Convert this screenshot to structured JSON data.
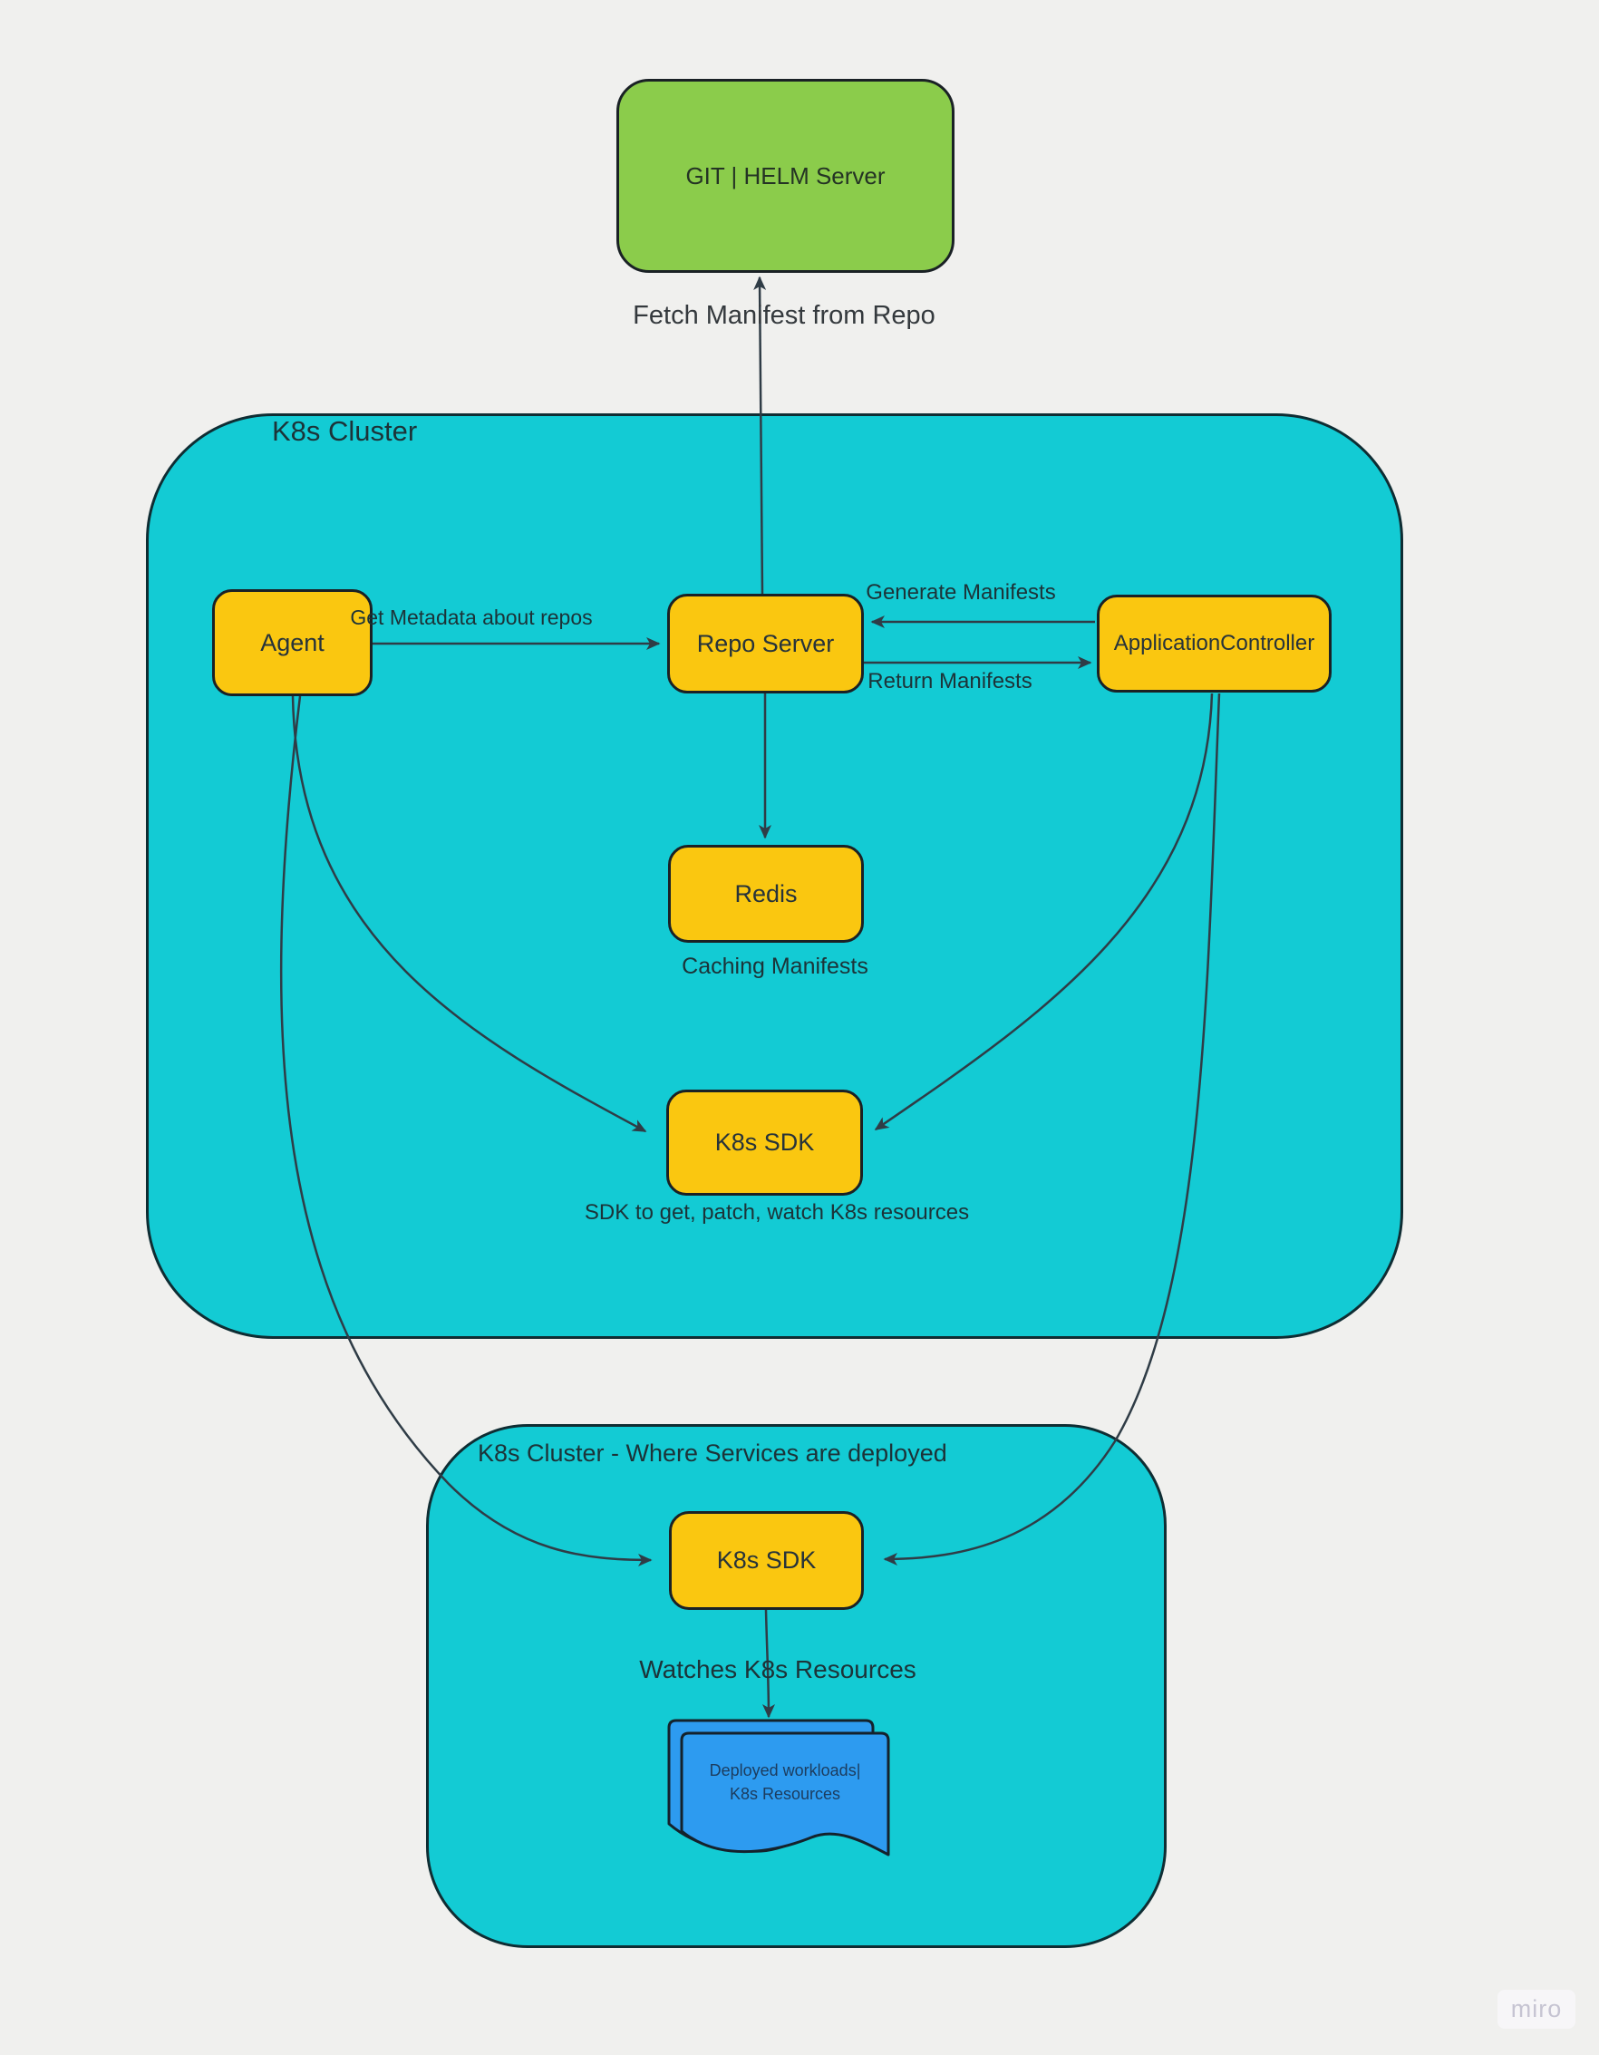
{
  "palette": {
    "teal": "#13cbd4",
    "yellow": "#fac710",
    "green": "#8bcc4b",
    "blue": "#2d9bf0",
    "background": "#f0f0ee",
    "line": "#2f3c46",
    "shape_border": "#1a2125"
  },
  "clusters": {
    "main": {
      "label": "K8s Cluster"
    },
    "deploy": {
      "label": "K8s Cluster - Where Services are deployed"
    }
  },
  "nodes": {
    "git_helm_server": {
      "label": "GIT | HELM Server"
    },
    "agent": {
      "label": "Agent"
    },
    "repo_server": {
      "label": "Repo Server"
    },
    "application_controller": {
      "label": "ApplicationController"
    },
    "redis": {
      "label": "Redis"
    },
    "k8s_sdk_main": {
      "label": "K8s SDK"
    },
    "k8s_sdk_deploy": {
      "label": "K8s SDK"
    },
    "deployed_workloads_doc": {
      "label_line1": "Deployed workloads|",
      "label_line2": "K8s Resources",
      "fill": "#2d9bf0"
    }
  },
  "edge_labels": {
    "fetch_manifest": "Fetch Manifest from Repo",
    "get_metadata": "Get Metadata about repos",
    "generate_manifests": "Generate Manifests",
    "return_manifests": "Return Manifests",
    "caching_manifests": "Caching Manifests",
    "sdk_caption": "SDK to get, patch, watch K8s resources",
    "watches_resources": "Watches K8s Resources"
  },
  "watermark": {
    "label": "miro"
  }
}
